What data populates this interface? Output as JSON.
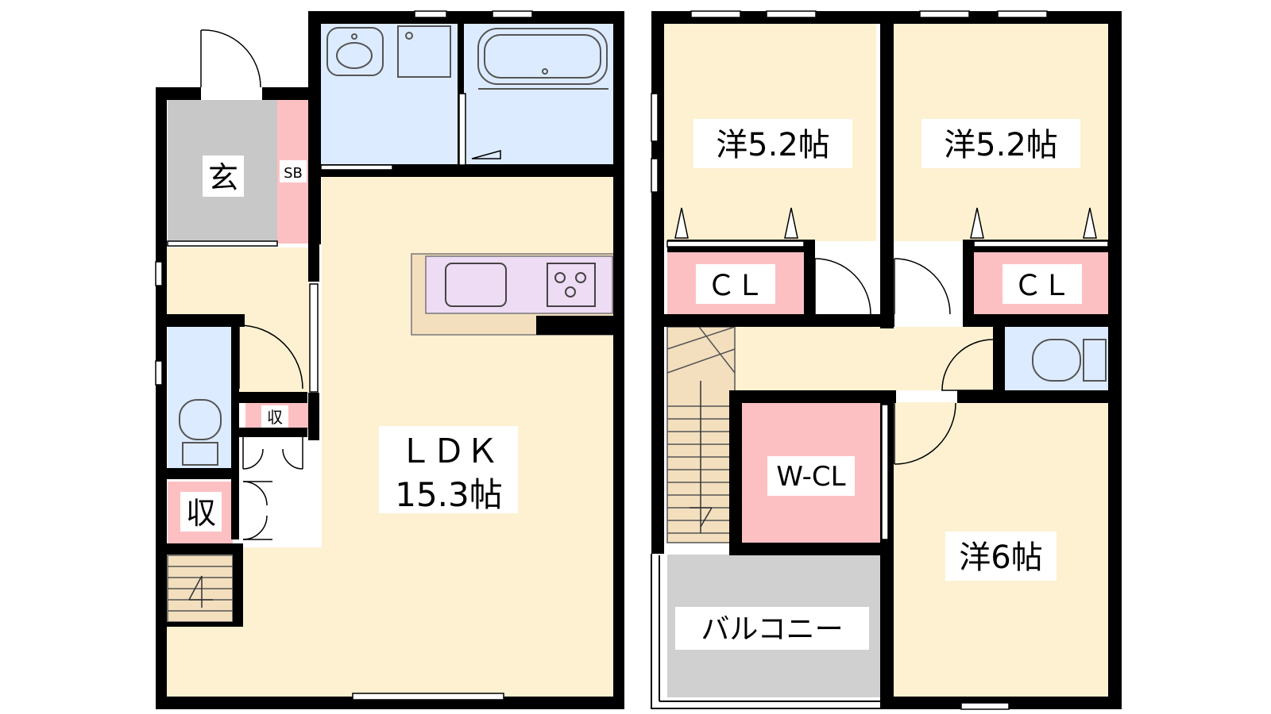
{
  "colors": {
    "wall": "#000000",
    "living": "#fdf1d2",
    "wet": "#dcebff",
    "storage": "#fdc0c2",
    "entry": "#c8c8c8",
    "balcony": "#d0d0d0",
    "kitchen": "#eedbf4",
    "counter": "#f3dfbe"
  },
  "floor1": {
    "ldk_line1": "ＬＤＫ",
    "ldk_line2": "15.3帖",
    "genkan": "玄",
    "sb": "SB",
    "shu_small": "収",
    "shu": "収"
  },
  "floor2": {
    "room_nw": "洋5.2帖",
    "room_ne": "洋5.2帖",
    "cl_left": "ＣＬ",
    "cl_right": "ＣＬ",
    "wcl": "W-CL",
    "room_se": "洋6帖",
    "balcony": "バルコニー"
  }
}
